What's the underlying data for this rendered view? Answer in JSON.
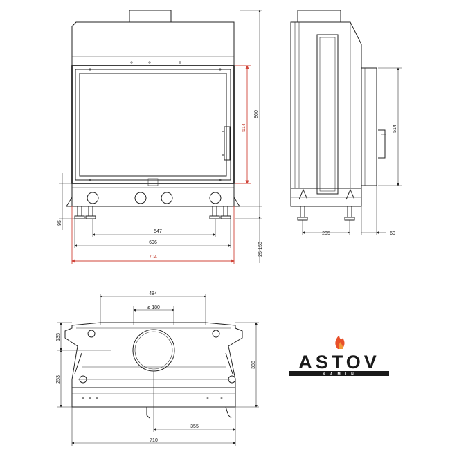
{
  "front_view": {
    "dim_860": "860",
    "dim_514": "514",
    "dim_95": "95",
    "dim_25_150": "25-150",
    "dim_547": "547",
    "dim_696": "696",
    "dim_704": "704"
  },
  "side_view": {
    "dim_514": "514",
    "dim_205": "205",
    "dim_60": "60"
  },
  "top_view": {
    "dim_484": "484",
    "dim_diameter": "ø 180",
    "dim_135": "135",
    "dim_253": "253",
    "dim_388": "388",
    "dim_355": "355",
    "dim_710": "710"
  },
  "logo": {
    "brand": "ASTOV",
    "sub": "KAMIN",
    "flame_color": "#e8502a",
    "accent_red": "#d0453a"
  }
}
